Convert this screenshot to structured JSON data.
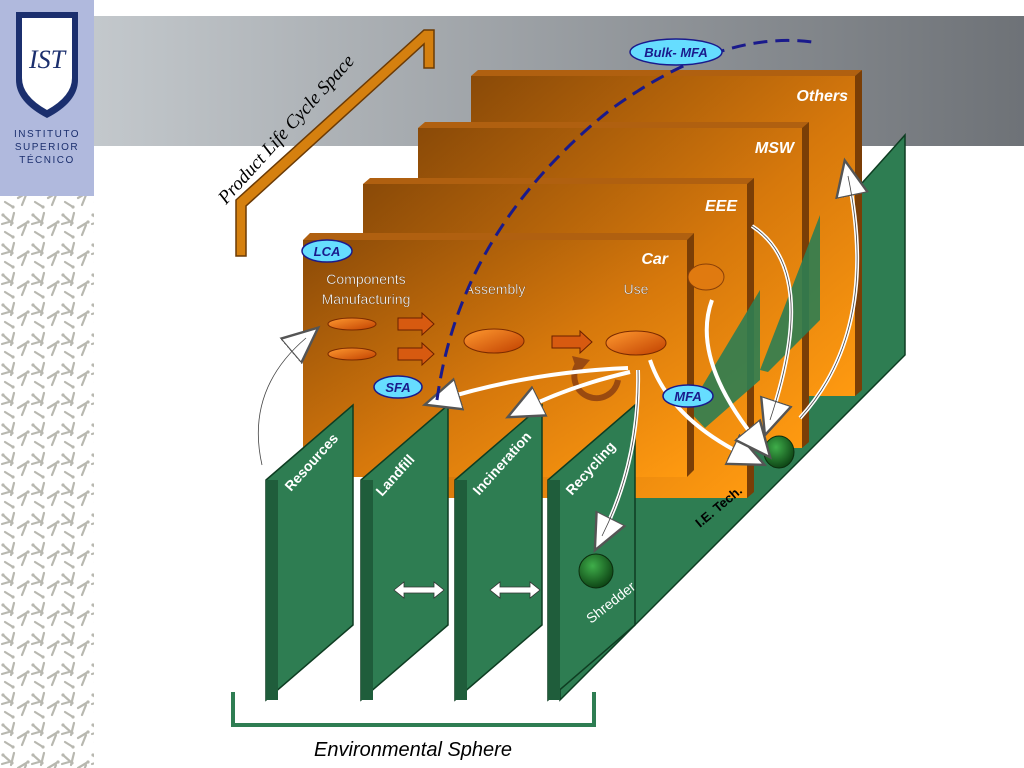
{
  "institution": {
    "logo_mark": "IST",
    "name_lines": [
      "INSTITUTO",
      "SUPERIOR",
      "TÉCNICO"
    ]
  },
  "diagram": {
    "axis_label": "Product Life Cycle Space",
    "panels": [
      "Others",
      "MSW",
      "EEE",
      "Car"
    ],
    "car_stages": {
      "components_line1": "Components",
      "components_line2": "Manufacturing",
      "assembly": "Assembly",
      "use": "Use"
    },
    "tags": {
      "bulk_mfa": "Bulk- MFA",
      "lca": "LCA",
      "sfa": "SFA",
      "mfa": "MFA"
    },
    "walls": [
      "Resources",
      "Landfill",
      "Incineration",
      "Recycling"
    ],
    "ie_tech": "I.E. Tech.",
    "shredder": "Shredder",
    "sphere_label": "Environmental Sphere"
  },
  "colors": {
    "orange_light": "#ff9a10",
    "orange_dark": "#8a4a08",
    "green_wall": "#2e7d52",
    "tag_fill": "#66ddff",
    "tag_text": "#1a1a8c",
    "dash_line": "#1a1a8c",
    "header_band_dark": "#6e7277",
    "header_band_light": "#c3c8cc",
    "logo_bg": "#b0b9dd"
  }
}
